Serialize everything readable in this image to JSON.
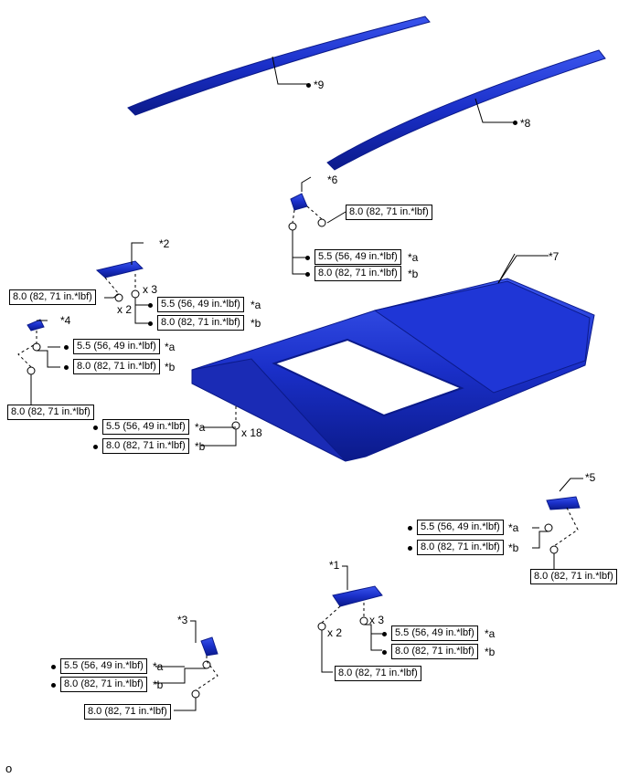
{
  "parts": {
    "p1": "*1",
    "p2": "*2",
    "p3": "*3",
    "p4": "*4",
    "p5": "*5",
    "p6": "*6",
    "p7": "*7",
    "p8": "*8",
    "p9": "*9"
  },
  "torque": {
    "t55": "5.5 (56, 49 in.*lbf)",
    "t80": "8.0 (82, 71 in.*lbf)"
  },
  "suffix": {
    "a": "*a",
    "b": "*b"
  },
  "qty": {
    "x2": "x 2",
    "x3": "x 3",
    "x18": "x 18"
  },
  "footer": "o",
  "colors": {
    "part": "#1a2fc8",
    "part_dark": "#0b1a8a",
    "part_light": "#4a63f0"
  }
}
